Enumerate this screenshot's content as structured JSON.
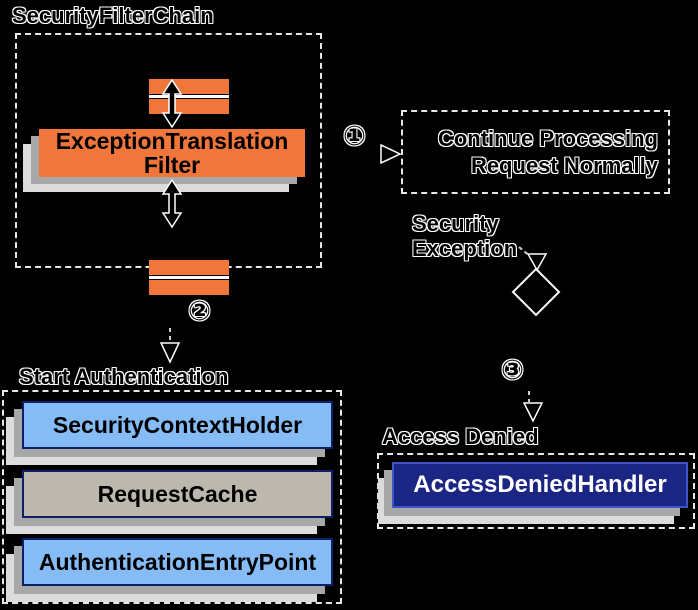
{
  "colors": {
    "background": "#000000",
    "outline_halo": "#FFFFFF",
    "orange": "#F0763C",
    "light_blue": "#85BCF5",
    "tan_gray": "#BDB8AE",
    "navy": "#1B2583",
    "navy_box_border": "#0D1F66",
    "handler_border": "#3D55C8",
    "shadow_gray": "#A8A8A8",
    "shadow_light": "#DCDCDC",
    "dashed_border": "#E6E6E6"
  },
  "security_filter_chain": {
    "title": "SecurityFilterChain",
    "filter_line1": "ExceptionTranslation",
    "filter_line2": "Filter"
  },
  "step_markers": {
    "step1": "①",
    "step2": "②",
    "step3": "③"
  },
  "continue_box": {
    "line1": "Continue Processing",
    "line2": "Request Normally"
  },
  "security_exception_label": {
    "line1": "Security",
    "line2": "Exception"
  },
  "start_authentication": {
    "title": "Start Authentication",
    "items": [
      {
        "label": "SecurityContextHolder",
        "fill": "#85BCF5"
      },
      {
        "label": "RequestCache",
        "fill": "#BDB8AE"
      },
      {
        "label": "AuthenticationEntryPoint",
        "fill": "#85BCF5"
      }
    ]
  },
  "access_denied": {
    "title": "Access Denied",
    "handler_label": "AccessDeniedHandler",
    "handler_fill": "#1B2583"
  }
}
